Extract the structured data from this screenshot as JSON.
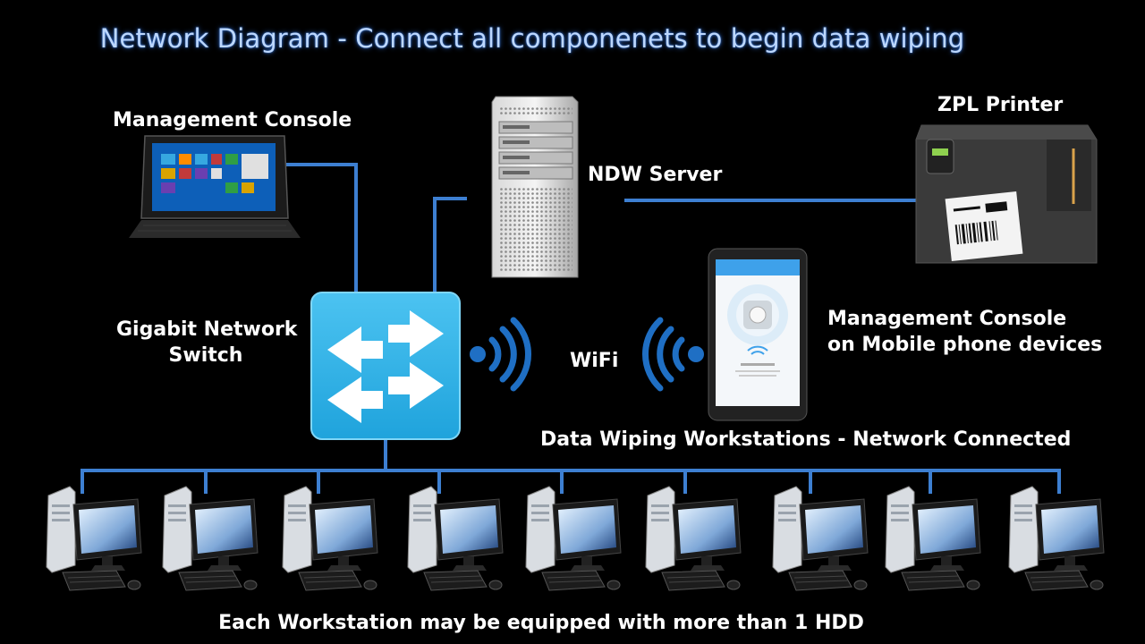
{
  "title": "Network Diagram - Connect all componenets to begin data wiping",
  "labels": {
    "management_console": "Management Console",
    "zpl_printer": "ZPL Printer",
    "ndw_server": "NDW Server",
    "switch_line1": "Gigabit Network",
    "switch_line2": "Switch",
    "wifi": "WiFi",
    "mobile_line1": "Management Console",
    "mobile_line2": "on Mobile phone devices",
    "workstations": "Data Wiping Workstations - Network Connected",
    "footer": "Each Workstation may be equipped with more than 1 HDD"
  },
  "colors": {
    "wire": "#3d7fd1",
    "switch": "#2fb0e8",
    "wifi": "#1f6fc4",
    "title": "#bcd7ff"
  },
  "workstation_count": 9,
  "icons": [
    "tablet-icon",
    "server-icon",
    "printer-icon",
    "network-switch-icon",
    "wifi-icon",
    "mobile-phone-icon",
    "workstation-icon"
  ]
}
